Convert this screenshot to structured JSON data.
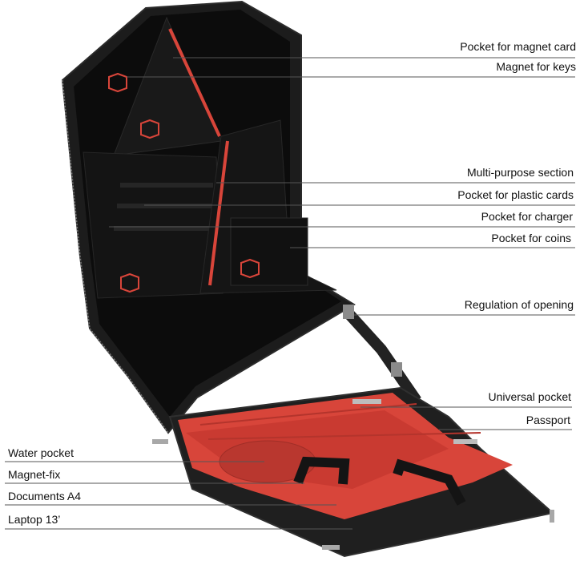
{
  "labels": {
    "magnet_card": "Pocket for magnet card",
    "magnet_keys": "Magnet for keys",
    "multi_purpose": "Multi-purpose section",
    "plastic_cards": "Pocket for plastic cards",
    "charger": "Pocket for charger",
    "coins": "Pocket for coins",
    "regulation": "Regulation of opening",
    "universal_pocket": "Universal pocket",
    "passport": "Passport",
    "water_pocket": "Water pocket",
    "magnet_fix": "Magnet-fix",
    "documents_a4": "Documents A4",
    "laptop": "Laptop 13’"
  },
  "colors": {
    "body": "#1b1b1b",
    "interior": "#0d0d0d",
    "accent_red": "#d8453a",
    "leader_line": "#555555"
  }
}
